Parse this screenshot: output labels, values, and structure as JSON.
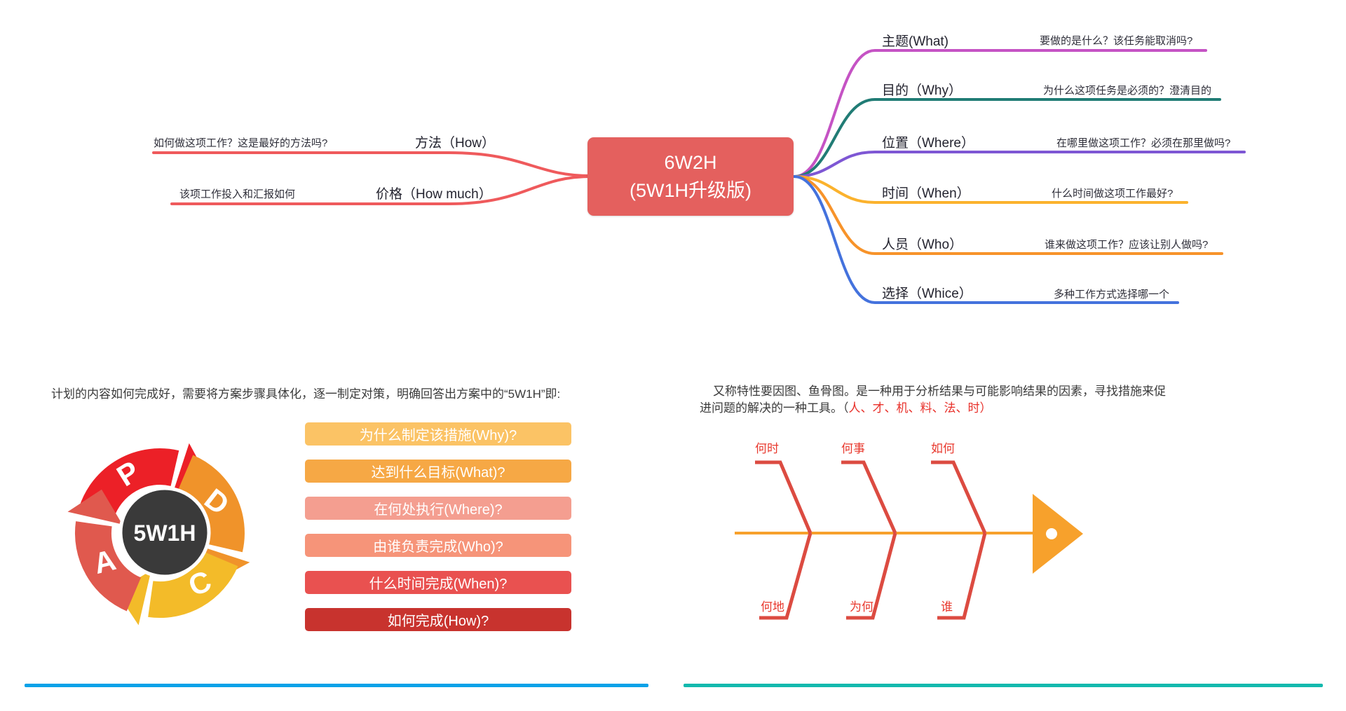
{
  "colors": {
    "center_node": "#e4605e",
    "left_branch_line": "#ef5a5c",
    "right_branch_lines": [
      "#c553c4",
      "#217c75",
      "#7e57d4",
      "#fbb22d",
      "#f7932a",
      "#4472dd"
    ],
    "fishbone_spine": "#f7a12c",
    "fishbone_rib": "#dc4b41",
    "divider_left": "#0aa2e8",
    "divider_right": "#13b9ae",
    "pdca_p": "#ec2027",
    "pdca_d": "#f0932a",
    "pdca_c": "#f3bb29",
    "pdca_a": "#e0594e",
    "pdca_center_circle": "#3a3a3a",
    "intro_highlight_red": "#e8302a"
  },
  "mindmap": {
    "center_line1": "6W2H",
    "center_line2": "(5W1H升级版)",
    "left_branches": [
      {
        "label": "方法（How）",
        "desc": "如何做这项工作？这是最好的方法吗?"
      },
      {
        "label": "价格（How much）",
        "desc": "该项工作投入和汇报如何"
      }
    ],
    "right_branches": [
      {
        "label": "主题(What)",
        "desc": "要做的是什么？该任务能取消吗?"
      },
      {
        "label": "目的（Why）",
        "desc": "为什么这项任务是必须的？澄清目的"
      },
      {
        "label": "位置（Where）",
        "desc": "在哪里做这项工作？必须在那里做吗?"
      },
      {
        "label": "时间（When）",
        "desc": "什么时间做这项工作最好?"
      },
      {
        "label": "人员（Who）",
        "desc": "谁来做这项工作？应该让别人做吗?"
      },
      {
        "label": "选择（Whice）",
        "desc": "多种工作方式选择哪一个"
      }
    ]
  },
  "pdca_section": {
    "intro": "计划的内容如何完成好，需要将方案步骤具体化，逐一制定对策，明确回答出方案中的“5W1H”即:",
    "wheel_center": "5W1H",
    "wheel_letters": [
      "P",
      "D",
      "C",
      "A"
    ],
    "bars": [
      {
        "label": "为什么制定该措施(Why)?",
        "color": "#fbc365"
      },
      {
        "label": "达到什么目标(What)?",
        "color": "#f6a845"
      },
      {
        "label": "在何处执行(Where)?",
        "color": "#f49e90"
      },
      {
        "label": "由谁负责完成(Who)?",
        "color": "#f69479"
      },
      {
        "label": "什么时间完成(When)?",
        "color": "#e95150"
      },
      {
        "label": "如何完成(How)?",
        "color": "#c8332e"
      }
    ]
  },
  "fishbone_section": {
    "intro_line1": "又称特性要因图、鱼骨图。是一种用于分析结果与可能影响结果的因素，寻找措施来促",
    "intro_line2_prefix": "进问题的解决的一种工具。（",
    "intro_line2_highlight": "人、才、机、料、法、时）",
    "top_labels": [
      "何时",
      "何事",
      "如何"
    ],
    "bottom_labels": [
      "何地",
      "为何",
      "谁"
    ]
  }
}
